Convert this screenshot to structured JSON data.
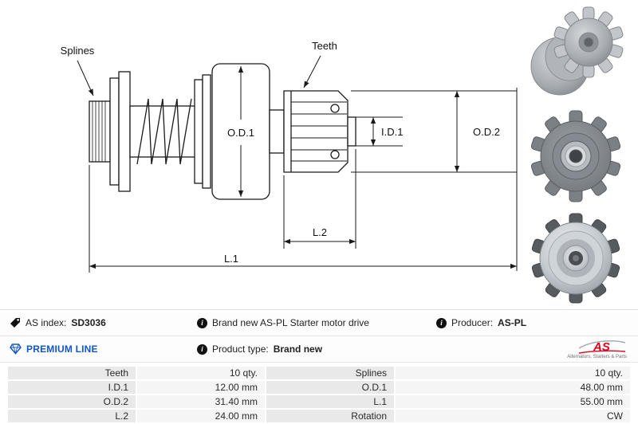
{
  "drawing": {
    "splines_label": "Splines",
    "teeth_label": "Teeth",
    "od1_label": "O.D.1",
    "id1_label": "I.D.1",
    "od2_label": "O.D.2",
    "l1_label": "L.1",
    "l2_label": "L.2"
  },
  "info": {
    "as_index": {
      "label": "AS index:",
      "value": "SD3036"
    },
    "description": "Brand new AS-PL Starter motor drive",
    "producer": {
      "label": "Producer:",
      "value": "AS-PL"
    },
    "premium_line": "PREMIUM LINE",
    "product_type": {
      "label": "Product type:",
      "value": "Brand new"
    },
    "brand_logo": {
      "text": "AS",
      "tagline": "Alternators, Starters & Parts"
    }
  },
  "specs": {
    "rows": [
      {
        "label1": "Teeth",
        "value1": "10 qty.",
        "label2": "Splines",
        "value2": "10 qty."
      },
      {
        "label1": "I.D.1",
        "value1": "12.00 mm",
        "label2": "O.D.1",
        "value2": "48.00 mm"
      },
      {
        "label1": "O.D.2",
        "value1": "31.40 mm",
        "label2": "L.1",
        "value2": "55.00 mm"
      },
      {
        "label1": "L.2",
        "value1": "24.00 mm",
        "label2": "Rotation",
        "value2": "CW"
      }
    ]
  },
  "colors": {
    "accent_blue": "#1156c9",
    "brand_red": "#e2001a",
    "line": "#1a1a1a"
  }
}
